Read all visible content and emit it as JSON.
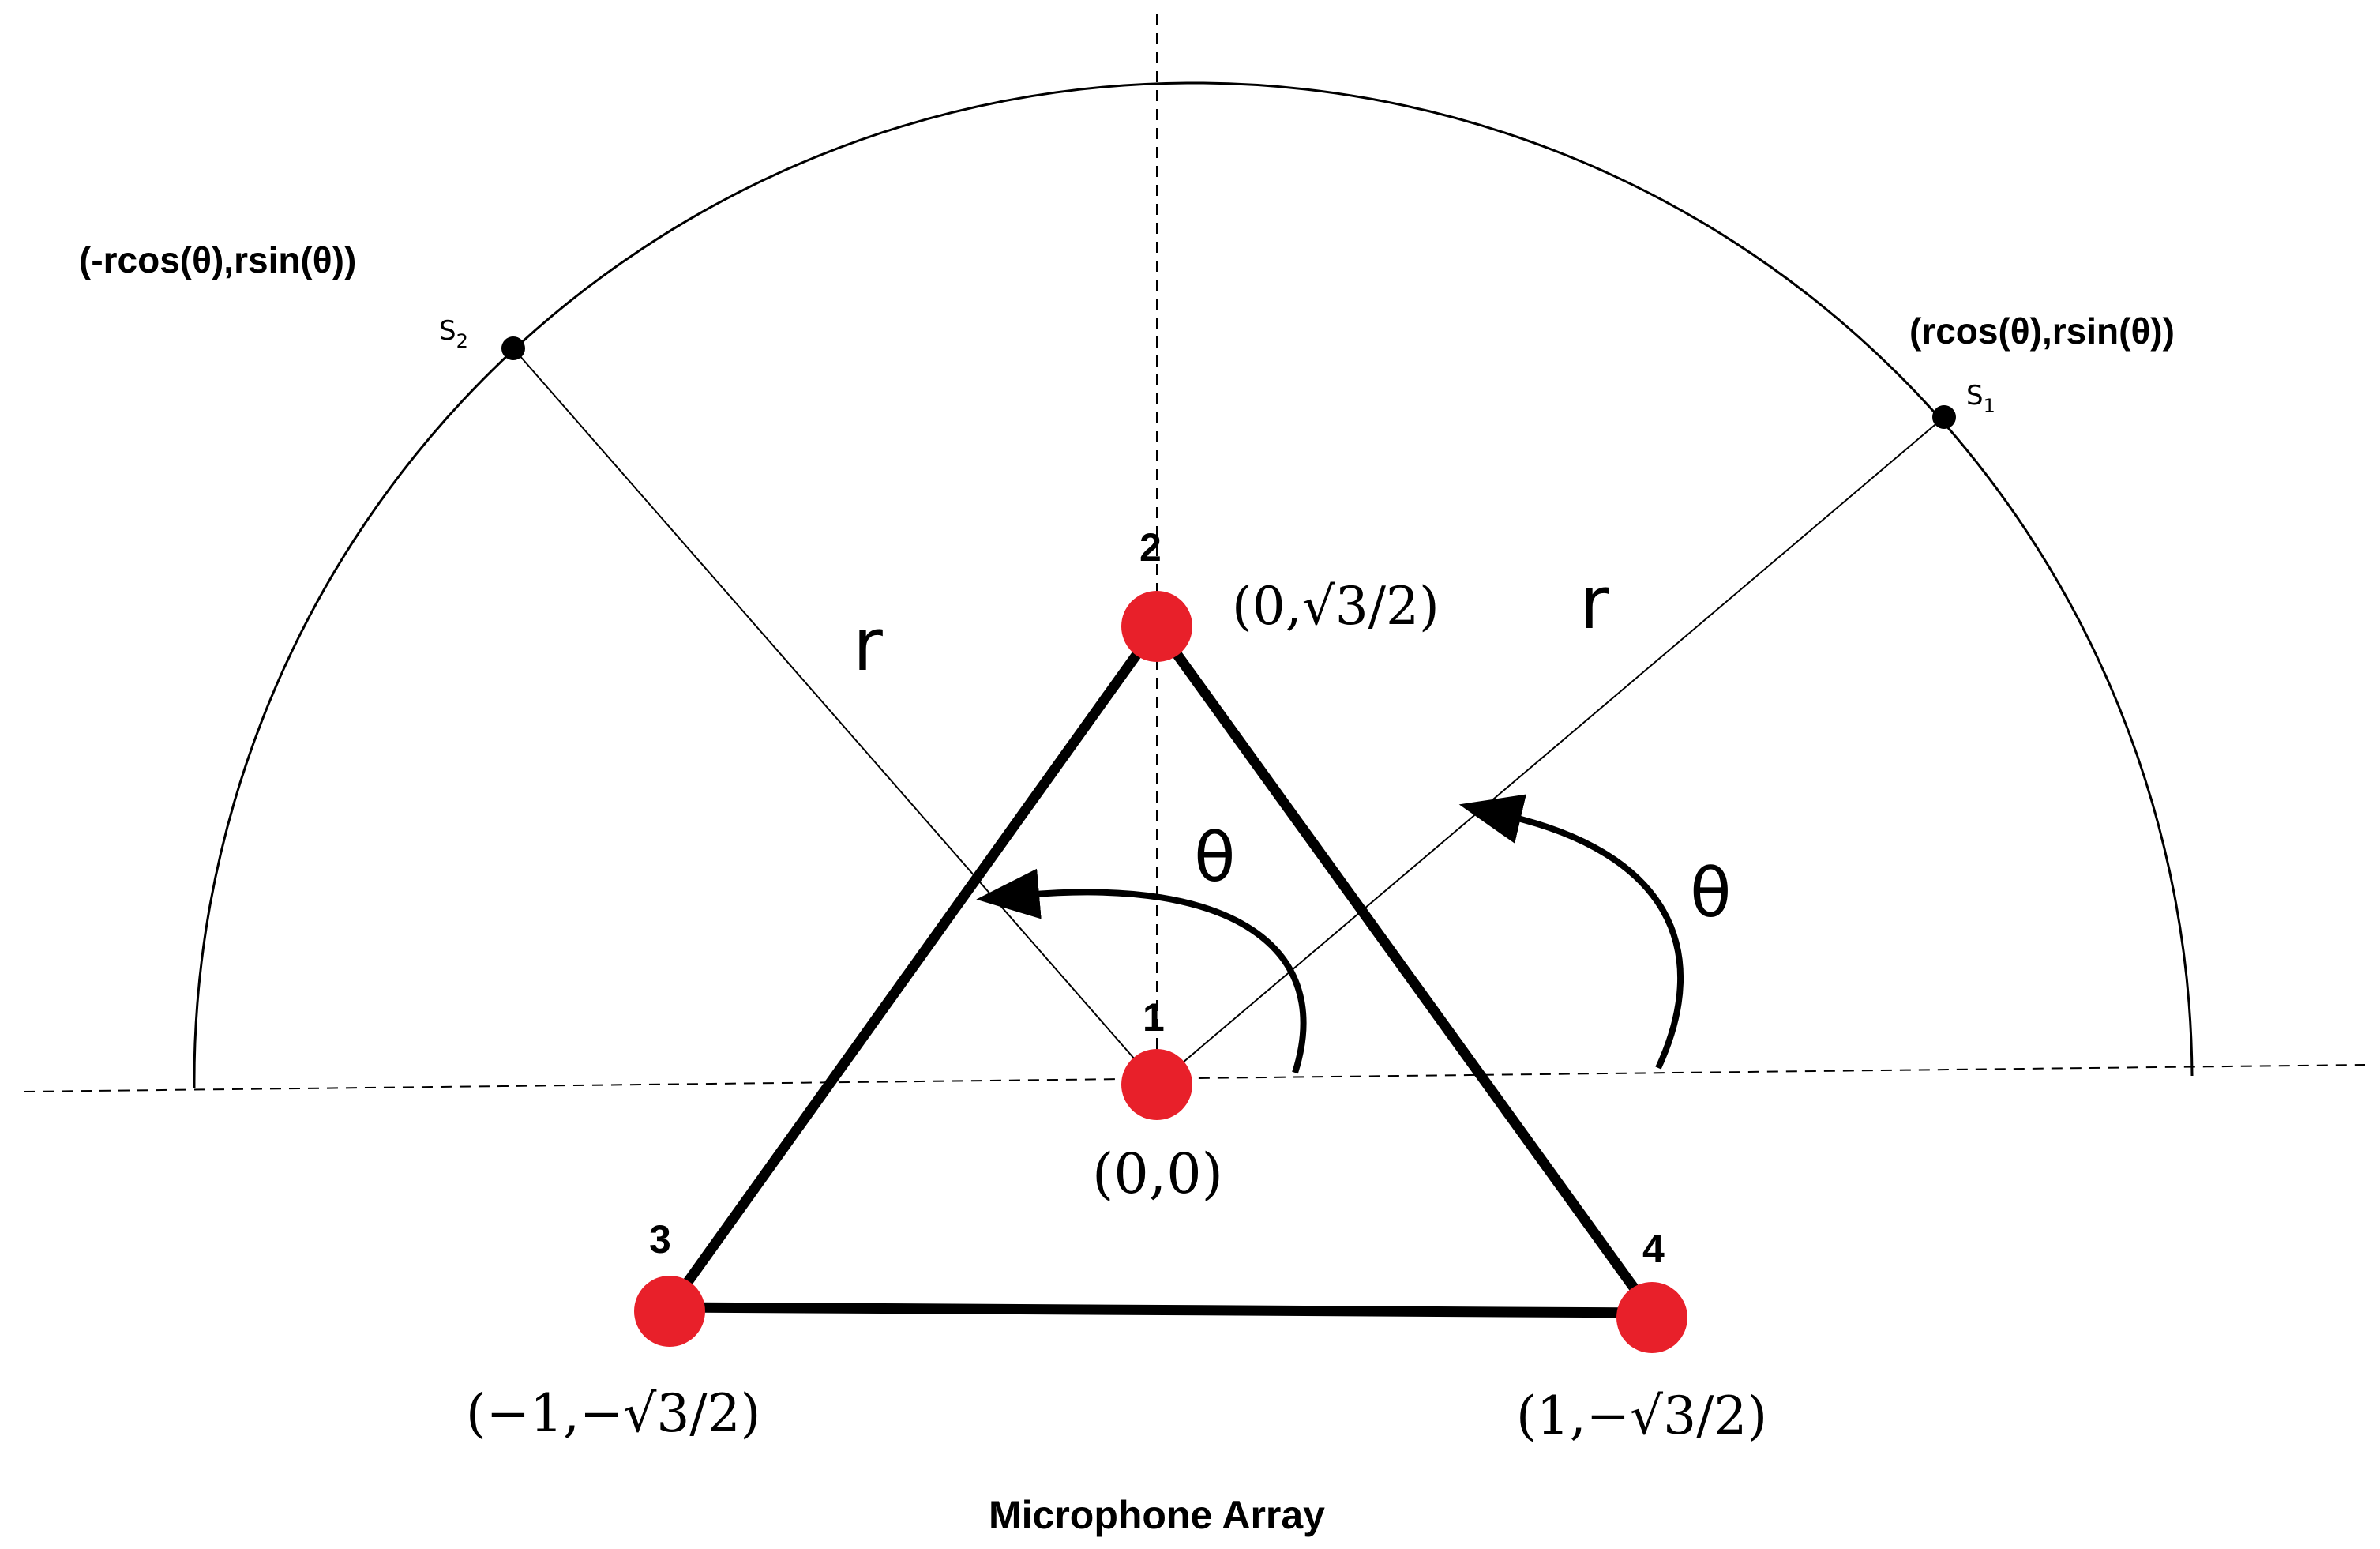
{
  "caption": "Microphone Array",
  "radius_label": "r",
  "angle_label": "θ",
  "colors": {
    "microphone": "#e8202a",
    "line": "#000000",
    "background": "#ffffff"
  },
  "microphones": [
    {
      "number": "1",
      "coord_text": "(0,0)"
    },
    {
      "number": "2",
      "coord_prefix": "(0,",
      "coord_sqrt": "3",
      "coord_suffix": "/2)"
    },
    {
      "number": "3",
      "coord_prefix": "(−1,−",
      "coord_sqrt": "3",
      "coord_suffix": "/2)"
    },
    {
      "number": "4",
      "coord_prefix": "(1,−",
      "coord_sqrt": "3",
      "coord_suffix": "/2)"
    }
  ],
  "sources": [
    {
      "name": "S",
      "subscript": "1",
      "coord": "(rcos(θ),rsin(θ))"
    },
    {
      "name": "S",
      "subscript": "2",
      "coord": "(-rcos(θ),rsin(θ))"
    }
  ]
}
